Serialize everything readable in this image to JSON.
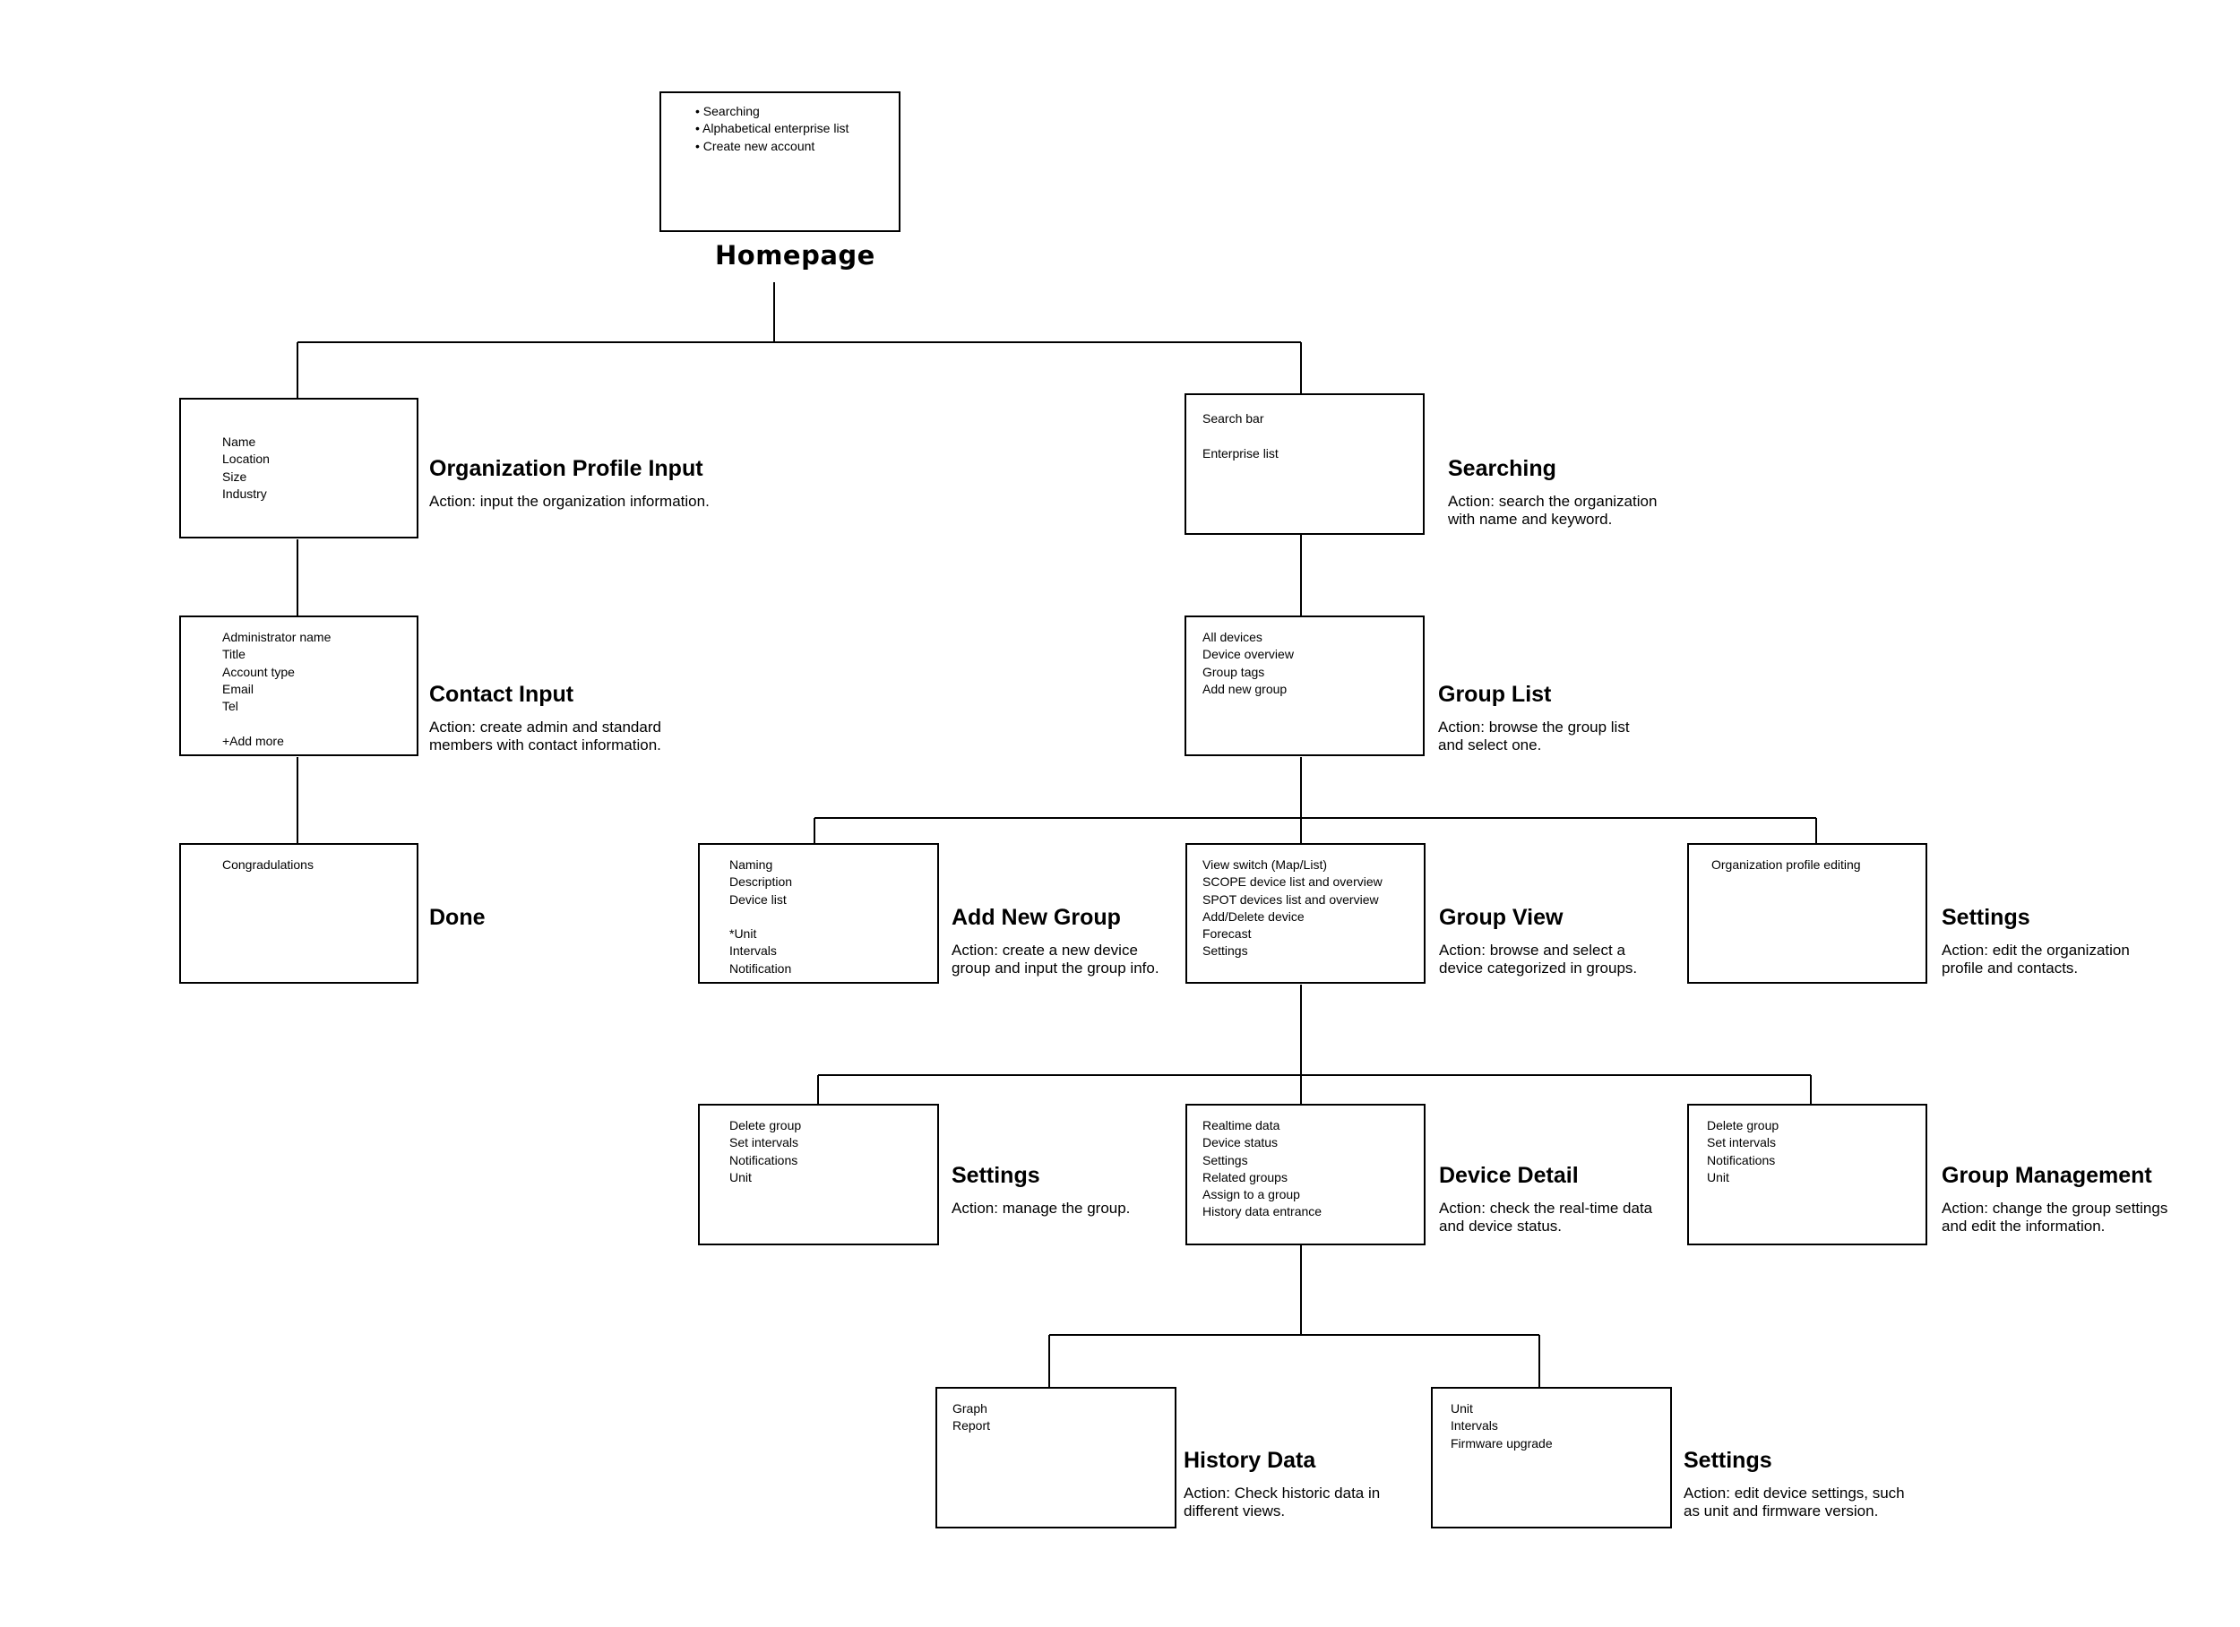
{
  "homepage": {
    "title": "Homepage",
    "items": [
      "• Searching",
      "• Alphabetical enterprise list",
      "• Create new account"
    ]
  },
  "nodes": {
    "org_profile": {
      "title": "Organization Profile Input",
      "action": "Action: input the organization information.",
      "items": [
        "Name",
        "Location",
        "Size",
        "Industry"
      ]
    },
    "contact": {
      "title": "Contact Input",
      "action": "Action: create admin and standard members with contact information.",
      "items": [
        "Administrator name",
        "Title",
        "Account type",
        "Email",
        "Tel",
        "",
        "+Add more"
      ]
    },
    "done": {
      "title": "Done",
      "action": "",
      "items": [
        "Congradulations"
      ]
    },
    "searching": {
      "title": "Searching",
      "action": "Action: search the organization with name and keyword.",
      "items": [
        "Search bar",
        "",
        "Enterprise list"
      ]
    },
    "group_list": {
      "title": "Group List",
      "action": "Action: browse the group list and select one.",
      "items": [
        "All devices",
        "Device overview",
        "Group tags",
        "Add new group"
      ]
    },
    "add_group": {
      "title": "Add New Group",
      "action": "Action: create a new device group and input the group info.",
      "items": [
        "Naming",
        "Description",
        "Device list",
        "",
        "*Unit",
        "Intervals",
        "Notification"
      ]
    },
    "group_view": {
      "title": "Group View",
      "action": "Action: browse and select a device categorized in groups.",
      "items": [
        "View switch (Map/List)",
        "SCOPE device list and overview",
        "SPOT devices list and overview",
        "Add/Delete device",
        "Forecast",
        "Settings"
      ]
    },
    "settings_org": {
      "title": "Settings",
      "action": "Action: edit the organization profile and contacts.",
      "items": [
        "Organization profile editing"
      ]
    },
    "settings_group": {
      "title": "Settings",
      "action": "Action: manage the group.",
      "items": [
        "Delete group",
        "Set intervals",
        "Notifications",
        "Unit"
      ]
    },
    "device_detail": {
      "title": "Device Detail",
      "action": "Action: check the real-time data and device status.",
      "items": [
        "Realtime data",
        "Device status",
        "Settings",
        "Related groups",
        "Assign to a group",
        "History data entrance"
      ]
    },
    "group_mgmt": {
      "title": "Group Management",
      "action": "Action: change the group settings and edit the information.",
      "items": [
        "Delete group",
        "Set intervals",
        "Notifications",
        "Unit"
      ]
    },
    "history": {
      "title": "History Data",
      "action": "Action: Check historic data in different views.",
      "items": [
        "Graph",
        "Report"
      ]
    },
    "settings_device": {
      "title": "Settings",
      "action": "Action: edit device settings, such as unit and firmware version.",
      "items": [
        "Unit",
        "Intervals",
        "Firmware upgrade"
      ]
    }
  }
}
